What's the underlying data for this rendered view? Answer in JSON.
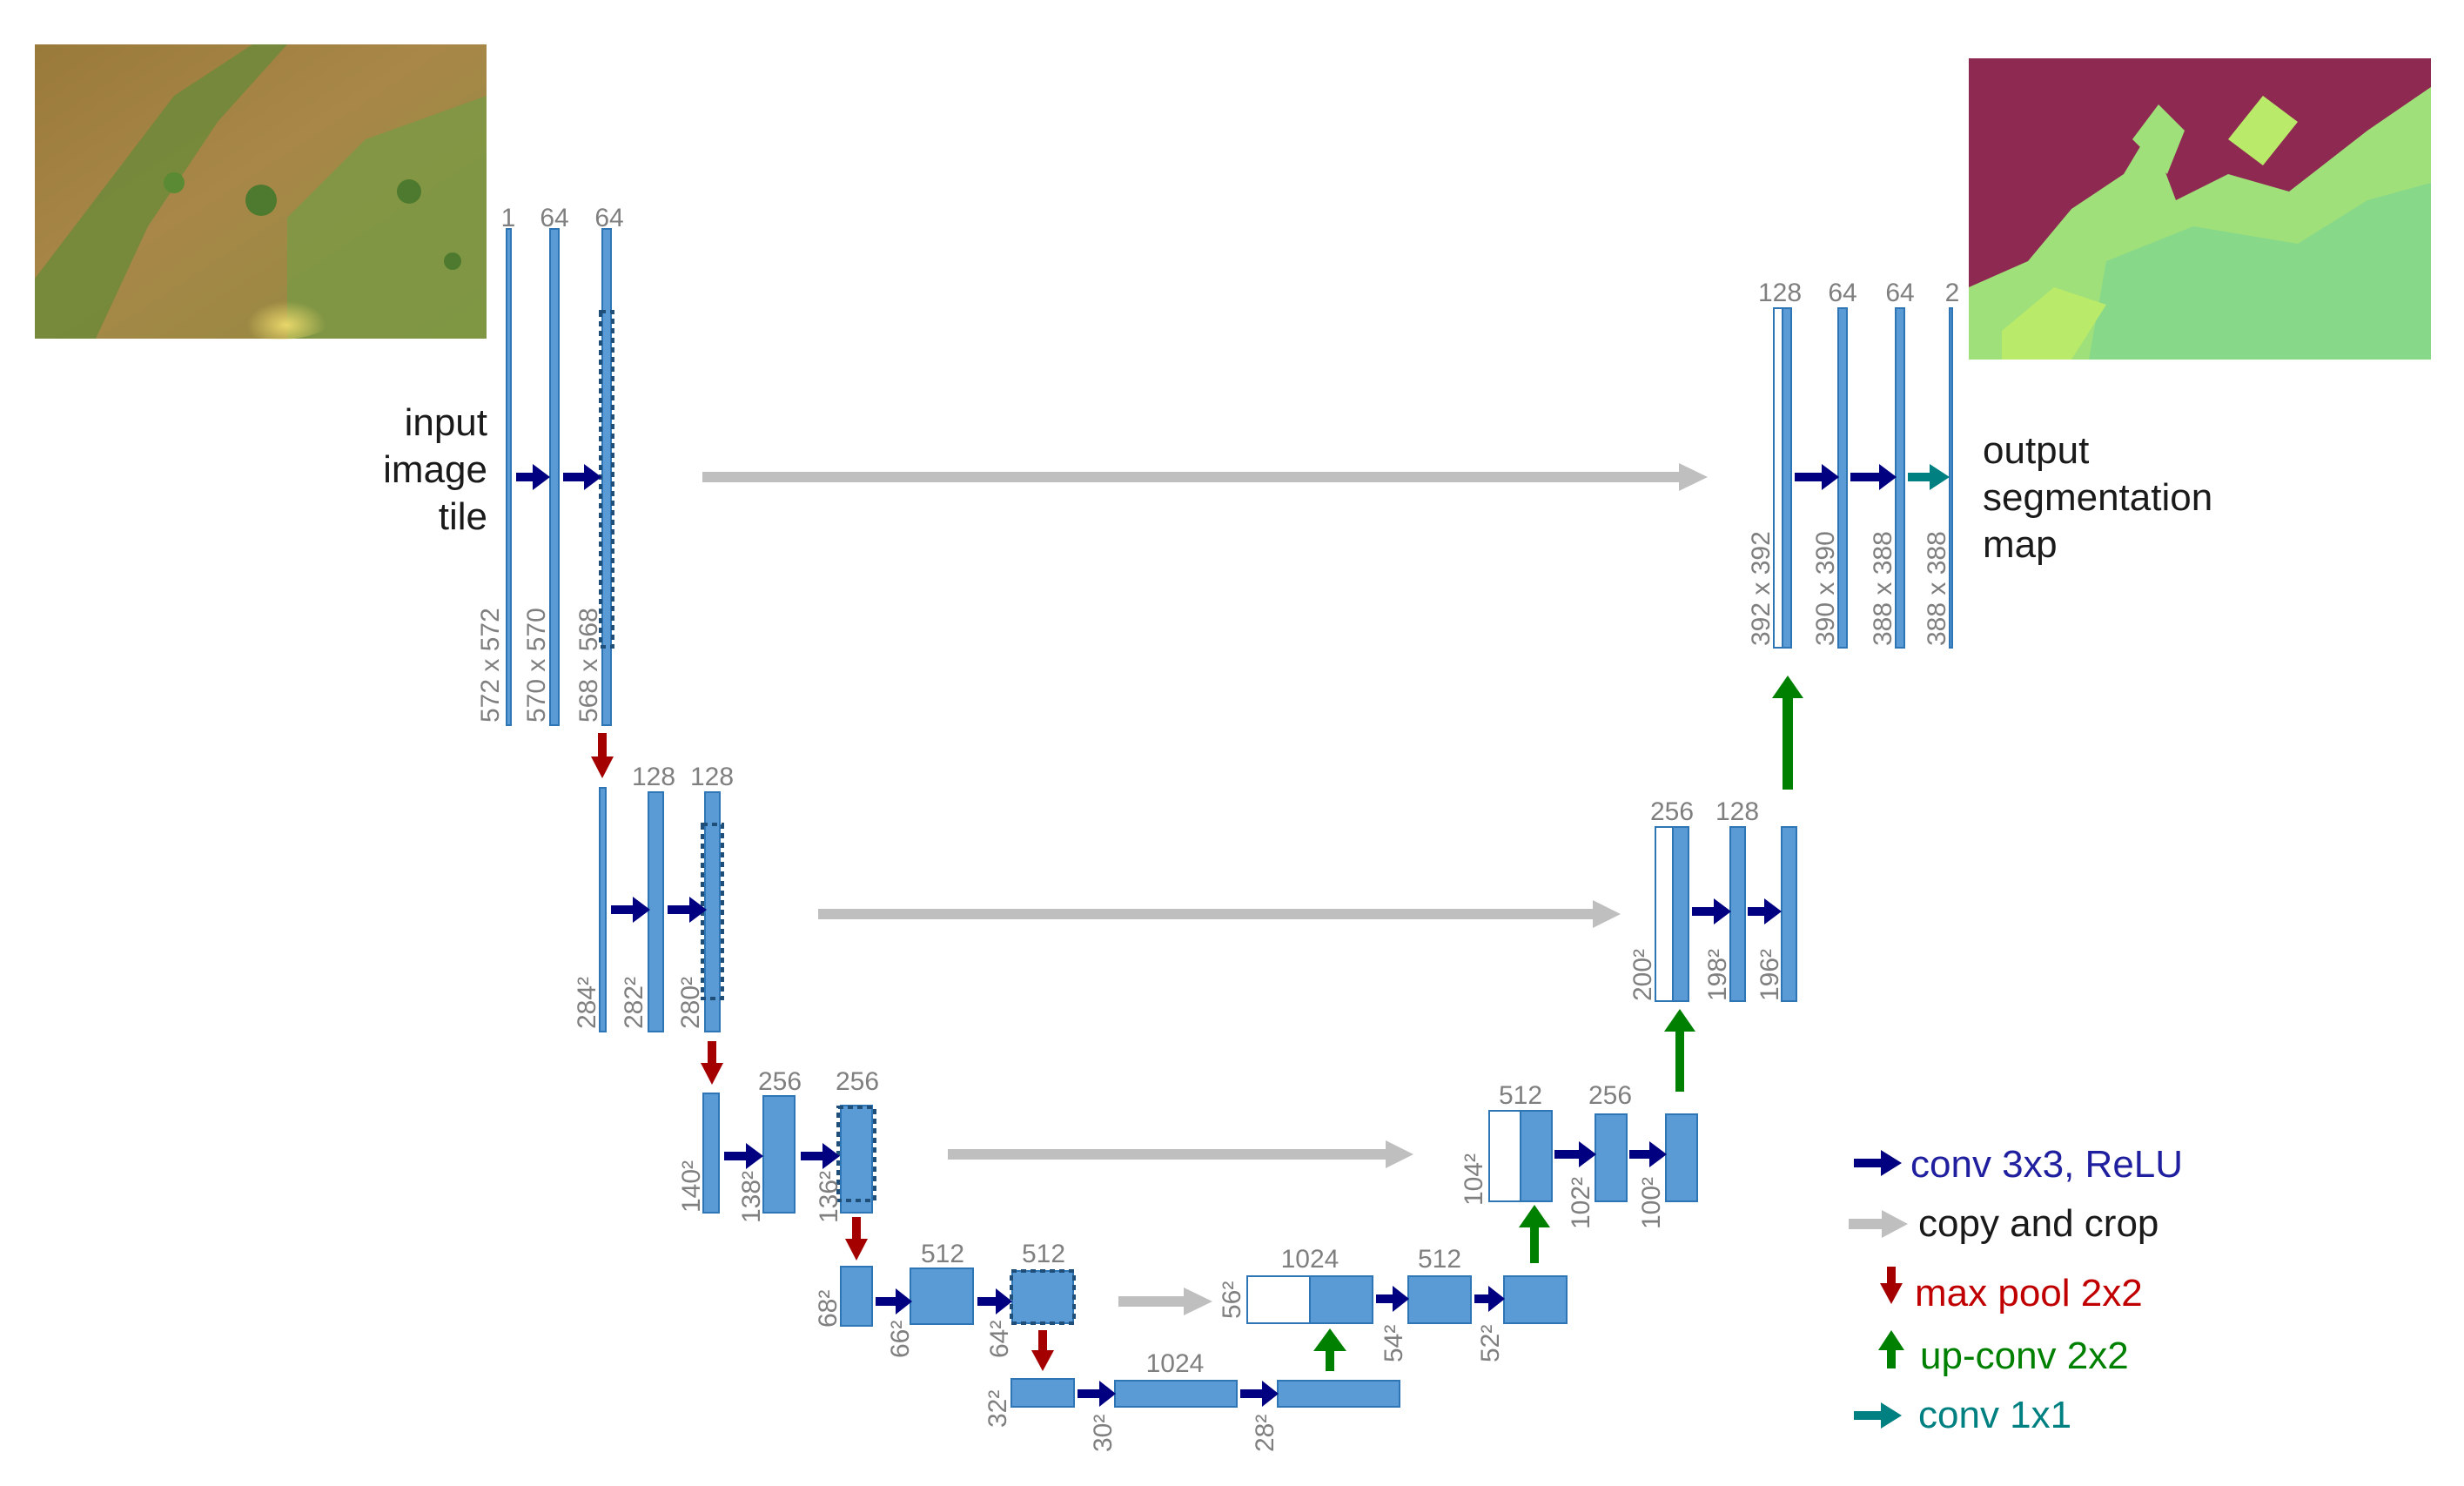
{
  "colors": {
    "feature_map": "#5b9bd5",
    "feature_map_edge": "#2e75b6",
    "conv_arrow": "#000080",
    "copy_arrow": "#bfbfbf",
    "pool_arrow": "#a50000",
    "upconv_arrow": "#008000",
    "conv1x1_arrow": "#008080",
    "number_text": "#7f7f7f"
  },
  "input_label": [
    "input",
    "image",
    "tile"
  ],
  "output_label": [
    "output",
    "segmentation",
    "map"
  ],
  "level1": {
    "channels": [
      "1",
      "64",
      "64"
    ],
    "sizes": [
      "572 x 572",
      "570 x 570",
      "568 x 568"
    ]
  },
  "level2": {
    "channels": [
      "128",
      "128"
    ],
    "sizes": [
      "284²",
      "282²",
      "280²"
    ]
  },
  "level3": {
    "channels": [
      "256",
      "256"
    ],
    "sizes": [
      "140²",
      "138²",
      "136²"
    ]
  },
  "level4": {
    "channels": [
      "512",
      "512"
    ],
    "sizes": [
      "68²",
      "66²",
      "64²"
    ]
  },
  "level5": {
    "channels": [
      "1024"
    ],
    "sizes": [
      "32²",
      "30²",
      "28²"
    ]
  },
  "up4": {
    "channels": [
      "1024",
      "512"
    ],
    "sizes": [
      "56²",
      "54²",
      "52²"
    ]
  },
  "up3": {
    "channels": [
      "512",
      "256"
    ],
    "sizes": [
      "104²",
      "102²",
      "100²"
    ]
  },
  "up2": {
    "channels": [
      "256",
      "128"
    ],
    "sizes": [
      "200²",
      "198²",
      "196²"
    ]
  },
  "up1": {
    "channels": [
      "128",
      "64",
      "64",
      "2"
    ],
    "sizes": [
      "392 x 392",
      "390 x 390",
      "388 x 388",
      "388 x 388"
    ]
  },
  "legend": [
    {
      "label": "conv 3x3, ReLU",
      "color": "#1f1f9f",
      "icon": "arrow-right"
    },
    {
      "label": "copy and crop",
      "color": "#1a1a1a",
      "icon": "arrow-right"
    },
    {
      "label": "max pool 2x2",
      "color": "#c00000",
      "icon": "arrow-down"
    },
    {
      "label": "up-conv 2x2",
      "color": "#008000",
      "icon": "arrow-up"
    },
    {
      "label": "conv 1x1",
      "color": "#008080",
      "icon": "arrow-right"
    }
  ]
}
